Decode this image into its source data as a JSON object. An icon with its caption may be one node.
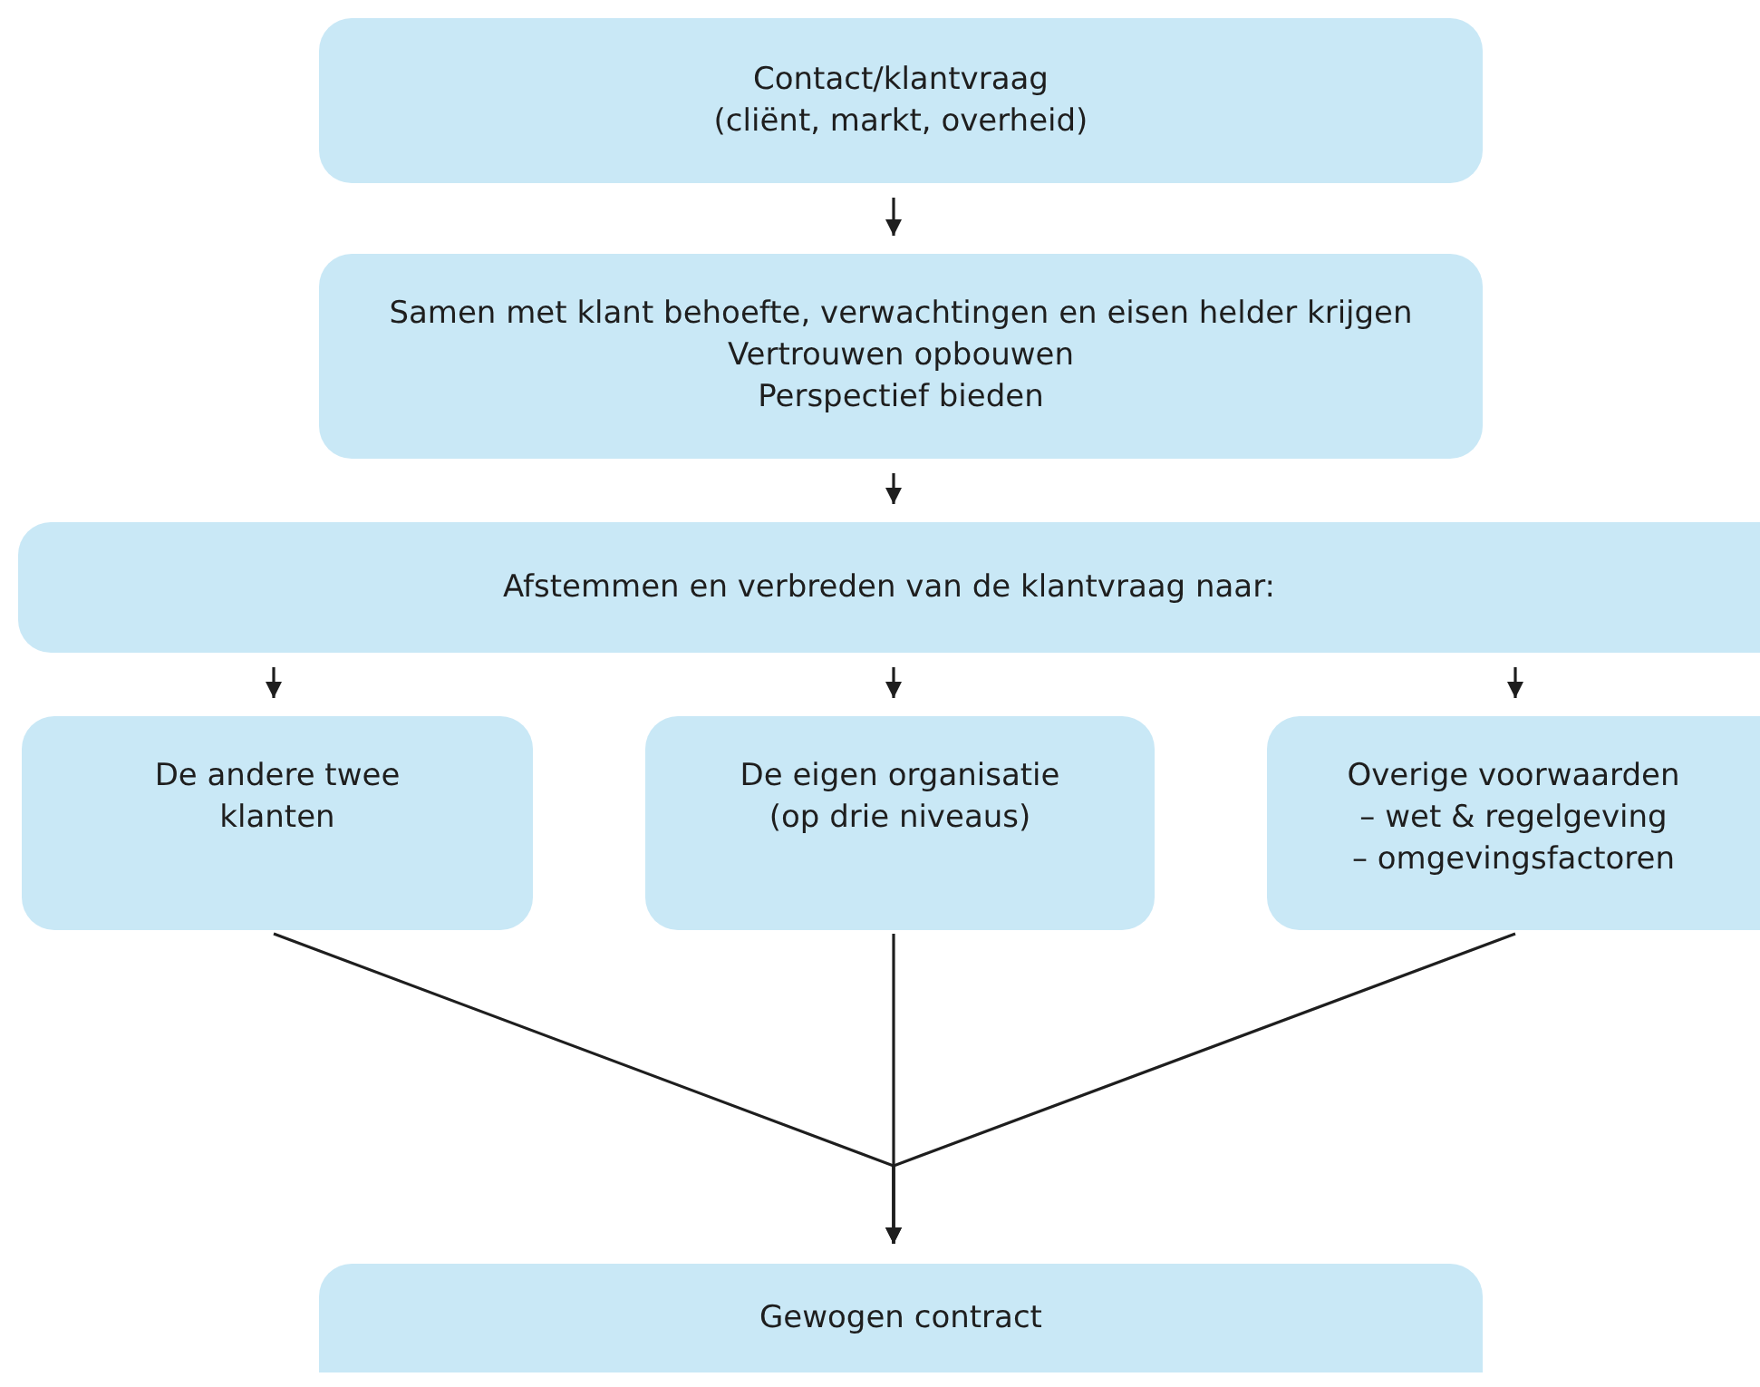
{
  "diagram": {
    "nodes": [
      {
        "text": [
          "Contact/klantvraag",
          "(cliënt, markt, overheid)"
        ]
      },
      {
        "text": [
          "Samen met klant behoefte, verwachtingen en eisen helder krijgen",
          "Vertrouwen opbouwen",
          "Perspectief bieden"
        ]
      },
      {
        "text": [
          "Afstemmen en verbreden van de klantvraag naar:"
        ]
      },
      {
        "text": [
          "De andere twee klanten"
        ]
      },
      {
        "text": [
          "De eigen organisatie",
          "(op drie niveaus)"
        ]
      },
      {
        "text": [
          "Overige voorwaarden",
          "– wet & regelgeving",
          "– omgevingsfactoren"
        ]
      },
      {
        "text": [
          "Gewogen contract"
        ]
      }
    ],
    "edges": [
      {
        "from": 0,
        "to": 1,
        "arrow": "to"
      },
      {
        "from": 1,
        "to": 2,
        "arrow": "to"
      },
      {
        "from": 2,
        "to": 3,
        "arrow": "to"
      },
      {
        "from": 2,
        "to": 4,
        "arrow": "to"
      },
      {
        "from": 2,
        "to": 5,
        "arrow": "to"
      },
      {
        "from": 3,
        "to": 6,
        "arrow": "to"
      },
      {
        "from": 4,
        "to": 6,
        "arrow": "to"
      },
      {
        "from": 5,
        "to": 6,
        "arrow": "to"
      }
    ]
  }
}
